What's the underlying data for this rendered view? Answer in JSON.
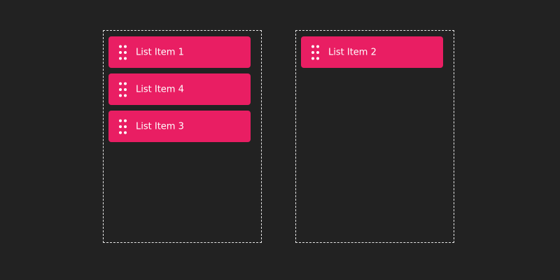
{
  "colors": {
    "background": "#222222",
    "item_background": "#e91e63",
    "item_text": "#ffffff",
    "dropzone_border": "#e6e6e6"
  },
  "icons": {
    "drag_handle": "drag-handle-icon"
  },
  "lists": [
    {
      "items": [
        {
          "label": "List Item 1"
        },
        {
          "label": "List Item 4"
        },
        {
          "label": "List Item 3"
        }
      ]
    },
    {
      "items": [
        {
          "label": "List Item 2"
        }
      ]
    }
  ]
}
